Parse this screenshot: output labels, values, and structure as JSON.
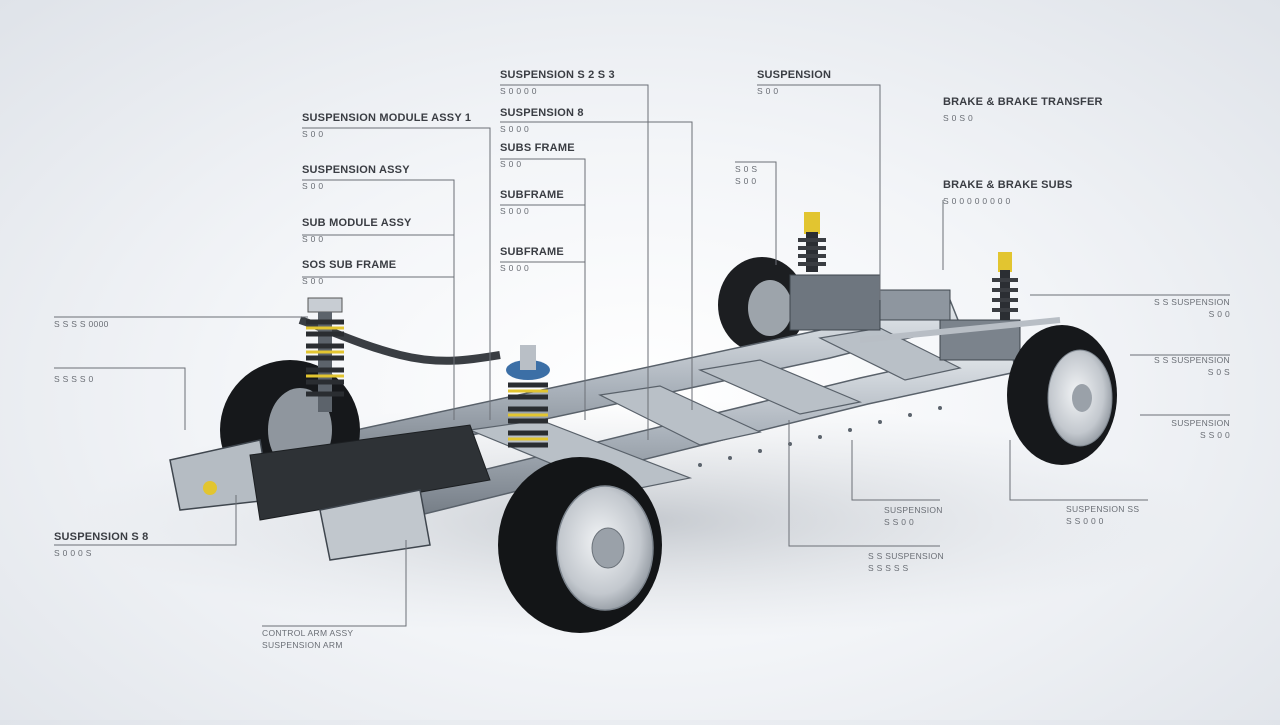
{
  "colors": {
    "frame": "#9aa3ad",
    "frame_dark": "#4b525b",
    "tire": "#16181b",
    "rim": "#c9ced4",
    "spring": "#2b2e33",
    "spring_accent": "#e2c530",
    "leader": "#6b6f76"
  },
  "callouts_left": [
    {
      "id": "l1",
      "title": "SUSPENSION MODULE ASSY 1",
      "sub": "S 0 0"
    },
    {
      "id": "l2",
      "title": "SUSPENSION ASSY",
      "sub": "S 0 0"
    },
    {
      "id": "l3",
      "title": "SUB MODULE ASSY",
      "sub": "S 0 0"
    },
    {
      "id": "l4",
      "title": "SOS SUB FRAME",
      "sub": "S 0 0"
    },
    {
      "id": "l5",
      "title": "S S S S 0000",
      "sub": ""
    },
    {
      "id": "l6",
      "title": "S S S S 0",
      "sub": ""
    },
    {
      "id": "l7",
      "title": "SUSPENSION S 8",
      "sub": "S 0 0 0 S"
    },
    {
      "id": "l8",
      "title": "CONTROL ARM ASSY",
      "sub": "SUSPENSION ARM"
    }
  ],
  "callouts_top": [
    {
      "id": "t1",
      "title": "SUSPENSION S 2 S 3",
      "sub": "S 0 0 0 0"
    },
    {
      "id": "t2",
      "title": "SUSPENSION 8",
      "sub": "S 0 0 0"
    },
    {
      "id": "t3",
      "title": "SUBS FRAME",
      "sub": "S 0 0"
    },
    {
      "id": "t4",
      "title": "SUBFRAME",
      "sub": "S 0 0 0"
    },
    {
      "id": "t5",
      "title": "SUBFRAME",
      "sub": "S 0 0 0"
    }
  ],
  "callouts_right": [
    {
      "id": "r1",
      "title": "SUSPENSION",
      "sub": "S 0 0"
    },
    {
      "id": "r2",
      "title": "S 0 S",
      "sub": "S 0 0"
    },
    {
      "id": "r3",
      "title": "BRAKE & BRAKE TRANSFER",
      "sub": "S 0 S 0"
    },
    {
      "id": "r4",
      "title": "BRAKE & BRAKE SUBS",
      "sub": "S 0 0 0 0 0 0 0 0"
    },
    {
      "id": "r5",
      "title": "S S SUSPENSION",
      "sub": "S 0 0"
    },
    {
      "id": "r6",
      "title": "S S SUSPENSION",
      "sub": "S 0 S"
    },
    {
      "id": "r7",
      "title": "SUSPENSION",
      "sub": "S S 0 0"
    },
    {
      "id": "r8",
      "title": "SUSPENSION SS",
      "sub": "S S 0 0 0"
    },
    {
      "id": "r9",
      "title": "SUSPENSION",
      "sub": "S S 0 0"
    },
    {
      "id": "r10",
      "title": "S S SUSPENSION",
      "sub": "S S S S S"
    }
  ]
}
